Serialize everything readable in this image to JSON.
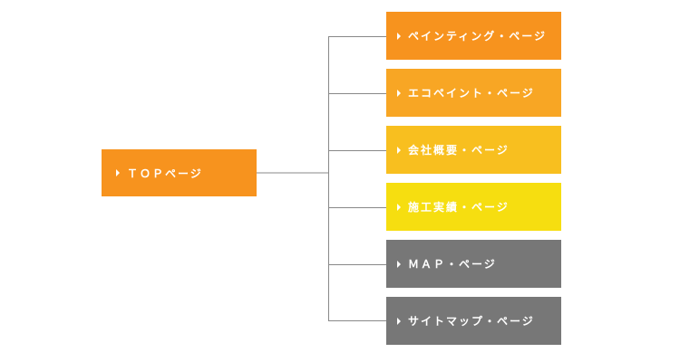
{
  "root": {
    "label": "ＴＯＰページ",
    "color": "#f7931e"
  },
  "pages": [
    {
      "label": "ペインティング・ページ",
      "color": "#f7931e"
    },
    {
      "label": "エコペイント・ページ",
      "color": "#f8a624"
    },
    {
      "label": "会社概要・ページ",
      "color": "#f8bf1f"
    },
    {
      "label": "施工実績・ページ",
      "color": "#f6de10"
    },
    {
      "label": "ＭＡＰ・ページ",
      "color": "#777777"
    },
    {
      "label": "サイトマップ・ページ",
      "color": "#777777"
    }
  ],
  "connector_color": "#888888"
}
